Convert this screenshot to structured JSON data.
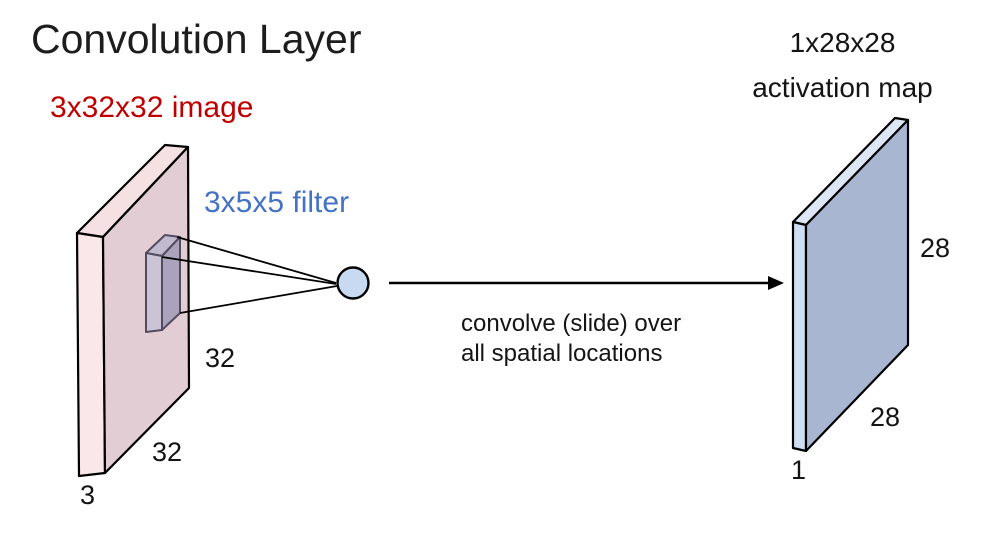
{
  "slide": {
    "title": "Convolution Layer"
  },
  "image_volume": {
    "label": "3x32x32 image",
    "height_label": "32",
    "width_label": "32",
    "depth_label": "3"
  },
  "filter": {
    "label": "3x5x5 filter"
  },
  "convolve_caption": {
    "line1": "convolve (slide) over",
    "line2": "all spatial locations"
  },
  "activation_map": {
    "title_line1": "1x28x28",
    "title_line2": "activation map",
    "height_label": "28",
    "width_label": "28",
    "depth_label": "1"
  },
  "colors": {
    "background": "#ffffff",
    "title_text": "#1d1d1d",
    "image_label_text": "#c00000",
    "filter_label_text": "#4472c4",
    "body_text": "#141414",
    "image_front": "#e1cdd3",
    "image_side": "#f9e7e9",
    "image_top": "#f5e0e3",
    "image_stroke": "#000000",
    "filter_front": "#cbc4d7",
    "filter_side": "#aba2bc",
    "filter_top": "#c2bacf",
    "filter_stroke": "#544b5e",
    "projection_line": "#000000",
    "neuron_fill": "#c8daf2",
    "neuron_stroke": "#000000",
    "arrow": "#000000",
    "activation_front": "#a9b6d1",
    "activation_side": "#cfdff3",
    "activation_top": "#dce6f5",
    "activation_stroke": "#000000"
  }
}
